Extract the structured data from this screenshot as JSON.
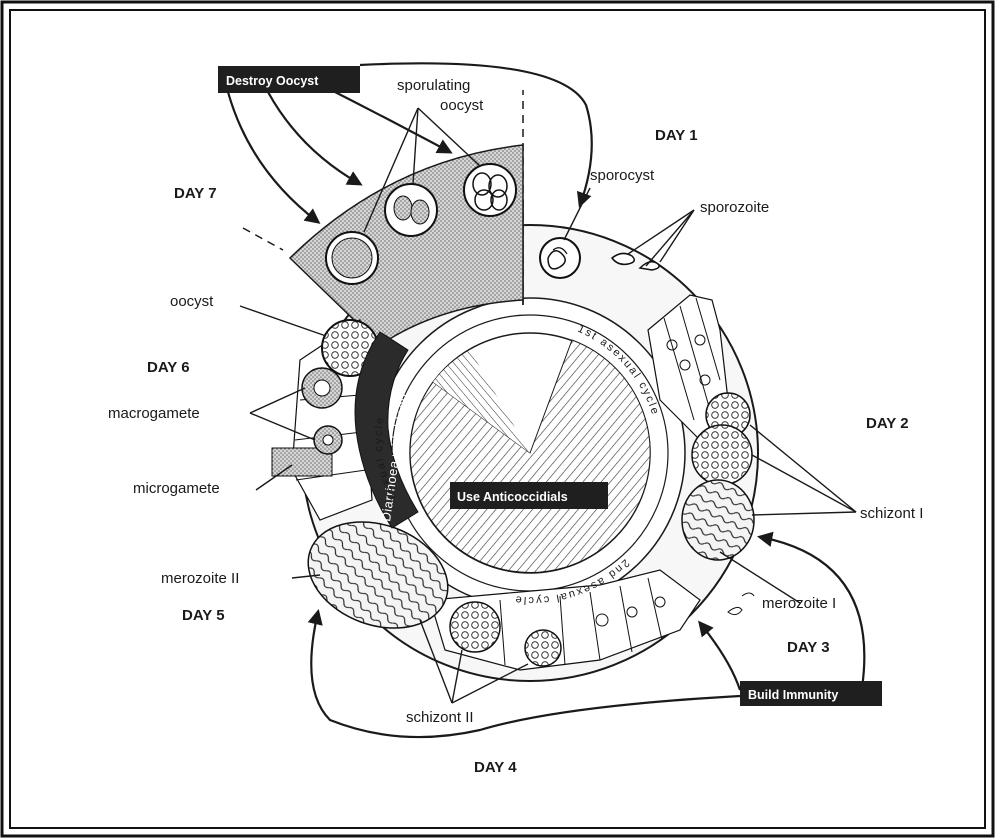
{
  "labels": {
    "destroy_oocyst": "Destroy Oocyst",
    "sporulating_oocyst_line1": "sporulating",
    "sporulating_oocyst_line2": "oocyst",
    "sporocyst": "sporocyst",
    "sporozoite": "sporozoite",
    "oocyst": "oocyst",
    "macrogamete": "macrogamete",
    "microgamete": "microgamete",
    "merozoite_ii": "merozoite II",
    "merozoite_i": "merozoite I",
    "schizont_i": "schizont I",
    "schizont_ii": "schizont II",
    "build_immunity": "Build Immunity",
    "use_anticoccidials": "Use Anticoccidials",
    "diarrhoea": "Diarrhoea with blood"
  },
  "days": {
    "day1": "DAY 1",
    "day2": "DAY 2",
    "day3": "DAY 3",
    "day4": "DAY 4",
    "day5": "DAY 5",
    "day6": "DAY 6",
    "day7": "DAY 7"
  },
  "ring_text": {
    "first_asexual": "1st asexual cycle",
    "second_asexual": "2nd asexual cycle",
    "sexual": "sexual cycle"
  }
}
